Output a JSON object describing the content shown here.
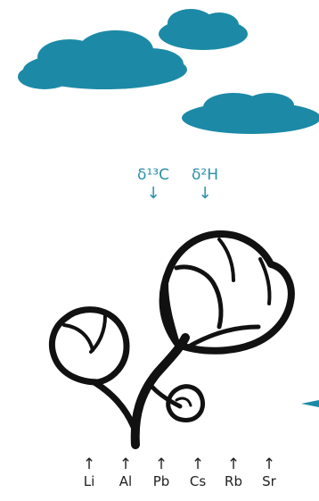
{
  "isotopes": [
    {
      "label": "δ¹³C",
      "arrow": "↓"
    },
    {
      "label": "δ²H",
      "arrow": "↓"
    }
  ],
  "elements": [
    {
      "label": "Li",
      "arrow": "↑"
    },
    {
      "label": "Al",
      "arrow": "↑"
    },
    {
      "label": "Pb",
      "arrow": "↑"
    },
    {
      "label": "Cs",
      "arrow": "↑"
    },
    {
      "label": "Rb",
      "arrow": "↑"
    },
    {
      "label": "Sr",
      "arrow": "↑"
    }
  ],
  "colors": {
    "cloud": "#1c8aa6",
    "isotope_text": "#2a8fa8",
    "plant": "#111111"
  },
  "icons": [
    "cloud-icon",
    "cotton-plant-icon"
  ]
}
